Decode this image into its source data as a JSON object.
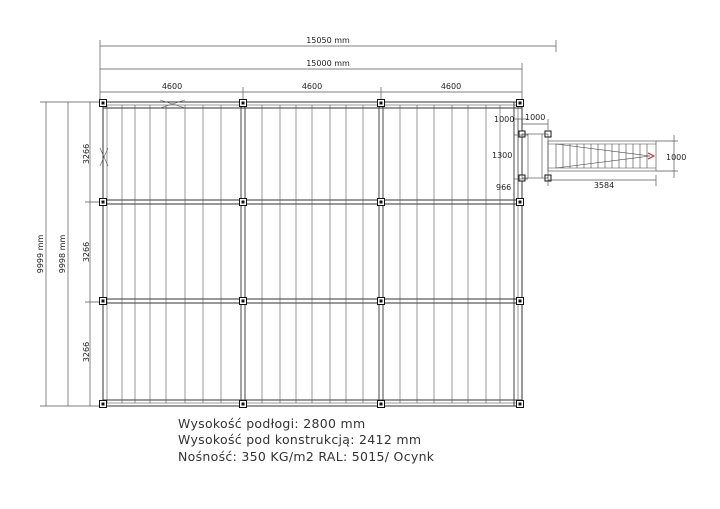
{
  "dimensions": {
    "overall_outer": "15050 mm",
    "overall_inner": "15000 mm",
    "bays": [
      "4600",
      "4600",
      "4600"
    ],
    "height_outer": "9999 mm",
    "height_inner": "9998 mm",
    "rows": [
      "3266",
      "3266",
      "3266"
    ],
    "landing_width": "1000",
    "landing_top": "1000",
    "landing_depth": "1300",
    "landing_bottom": "966",
    "stair_length": "3584",
    "stair_width": "1000"
  },
  "notes": {
    "floor_height": "Wysokość podłogi: 2800 mm",
    "clearance": "Wysokość pod konstrukcją: 2412   mm",
    "load": "Nośność: 350 KG/m2    RAL: 5015/ Ocynk"
  },
  "colors": {
    "line": "#333333",
    "stair_marker": "#cc2222"
  }
}
